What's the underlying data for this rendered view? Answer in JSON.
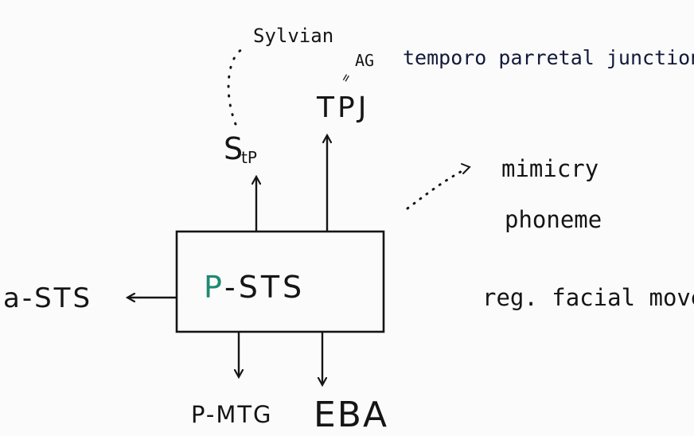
{
  "diagram": {
    "center_box": {
      "prefix": "P",
      "rest": "-STS",
      "prefix_color": "#1f8a72"
    },
    "nodes": {
      "sylvian": "Sylvian",
      "ag": "AG",
      "tpj_description": "temporo parretal junction",
      "tpj": "TPJ",
      "stp": "S",
      "stp_sub": "tP",
      "a_sts": "a-STS",
      "p_mtg": "P-MTG",
      "eba": "EBA"
    },
    "notes": {
      "mimicry": "mimicry",
      "phoneme": "phoneme",
      "facial_move": "reg. facial move."
    },
    "colors": {
      "ink": "#151515",
      "accent": "#1f8a72",
      "blue_ink": "#121a3a"
    }
  }
}
